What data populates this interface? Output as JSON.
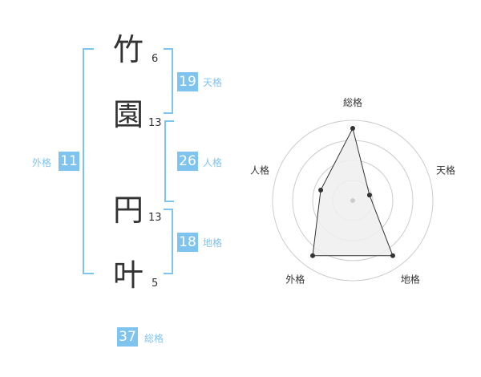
{
  "characters": [
    {
      "char": "竹",
      "strokes": "6"
    },
    {
      "char": "園",
      "strokes": "13"
    },
    {
      "char": "円",
      "strokes": "13"
    },
    {
      "char": "叶",
      "strokes": "5"
    }
  ],
  "kaku": {
    "tenkaku": {
      "value": "19",
      "label": "天格"
    },
    "jinkaku": {
      "value": "26",
      "label": "人格"
    },
    "chikaku": {
      "value": "18",
      "label": "地格"
    },
    "gaikaku": {
      "value": "11",
      "label": "外格"
    },
    "soukaku": {
      "value": "37",
      "label": "総格"
    }
  },
  "colors": {
    "accent": "#7fc4ee",
    "text": "#333333",
    "grid": "#cccccc",
    "fill": "#eeeeee"
  },
  "chart_data": {
    "type": "radar",
    "axes": [
      "総格",
      "天格",
      "地格",
      "外格",
      "人格"
    ],
    "values": [
      0.9,
      0.22,
      0.85,
      0.85,
      0.42
    ],
    "range": [
      0,
      1
    ],
    "rings": 4
  }
}
